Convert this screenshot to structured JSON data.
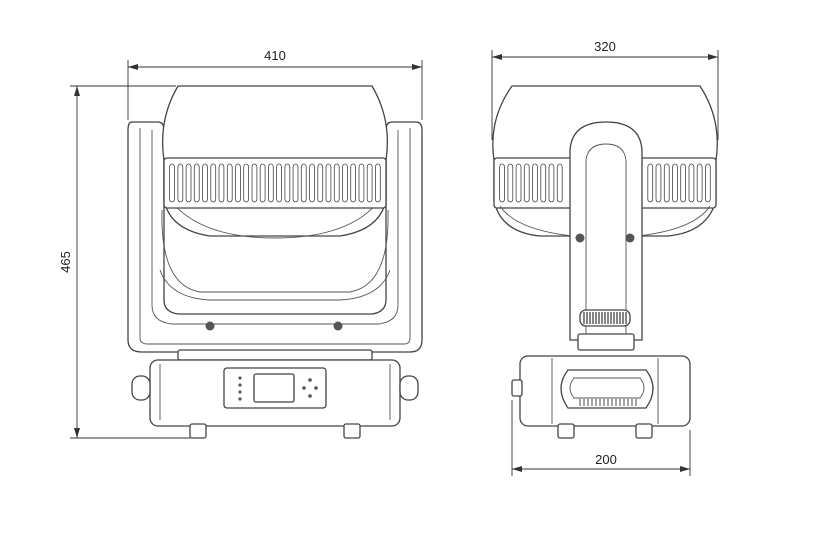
{
  "dimensions": {
    "front_width": "410",
    "front_height": "465",
    "side_depth": "320",
    "base_depth": "200"
  }
}
